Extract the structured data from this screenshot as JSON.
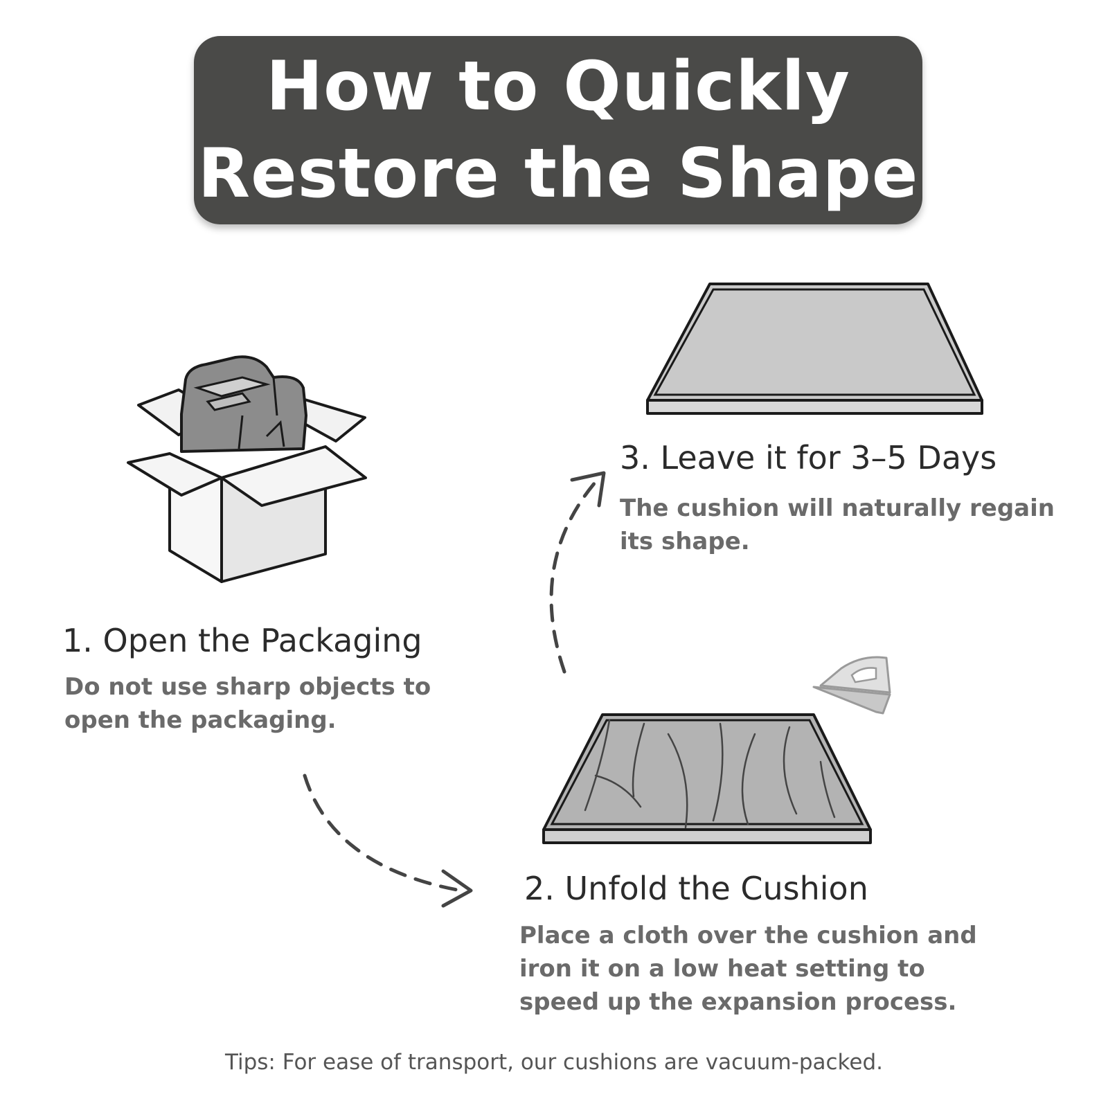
{
  "title": {
    "line1": "How to Quickly",
    "line2": "Restore the Shape"
  },
  "steps": [
    {
      "title": "1. Open the Packaging",
      "description": "Do not use sharp objects to open the packaging.",
      "illustration": "open-box-with-compressed-cushion-icon"
    },
    {
      "title": "2. Unfold the Cushion",
      "description": "Place a cloth over the cushion and iron it on a low heat setting to speed up the expansion process.",
      "illustration": "wrinkled-cushion-with-iron-icon"
    },
    {
      "title": "3. Leave it for 3–5 Days",
      "description": "The cushion will naturally regain its shape.",
      "illustration": "flat-cushion-icon"
    }
  ],
  "tips": "Tips: For ease of transport, our cushions are vacuum-packed.",
  "colors": {
    "banner": "#4a4a48",
    "heading_text": "#2b2b2b",
    "description_text": "#6a6a6a",
    "arrow": "#444444"
  }
}
